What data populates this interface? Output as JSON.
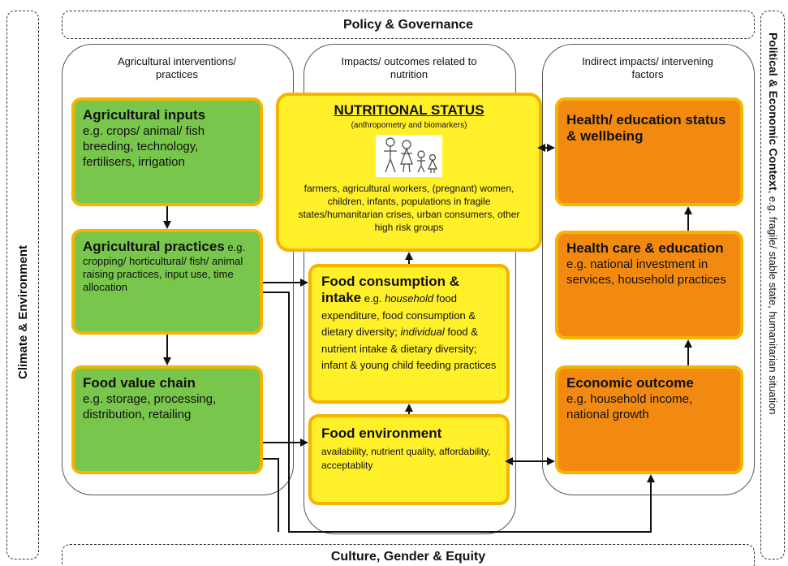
{
  "banners": {
    "top": "Policy & Governance",
    "bottom": "Culture, Gender & Equity",
    "left": "Climate & Environment",
    "right_bold": "Political & Economic Context",
    "right_rest": ", e.g. fragile/ stable state, humanitarian situation"
  },
  "columns": {
    "left": "Agricultural interventions/ practices",
    "middle": "Impacts/ outcomes related to nutrition",
    "right": "Indirect impacts/ intervening factors"
  },
  "boxes": {
    "ag_inputs": {
      "title": "Agricultural inputs",
      "body": "e.g. crops/ animal/ fish breeding, technology, fertilisers, irrigation"
    },
    "ag_practices": {
      "title": "Agricultural practices",
      "body": " e.g. cropping/ horticultural/ fish/ animal raising practices, input use, time allocation"
    },
    "value_chain": {
      "title": "Food value chain",
      "body": "e.g. storage, processing, distribution, retailing"
    },
    "nutritional_status": {
      "title": "NUTRITIONAL STATUS",
      "subtitle": "(anthropometry and biomarkers)",
      "body": "farmers, agricultural workers, (pregnant) women, children, infants, populations in fragile states/humanitarian crises, urban consumers, other high risk groups"
    },
    "food_consumption": {
      "title": "Food consumption & intake",
      "b1": " e.g. ",
      "b2": "household",
      "b3": " food expenditure, food consumption & dietary diversity; ",
      "b4": "individual",
      "b5": " food & nutrient intake & dietary diversity; infant & young child feeding practices"
    },
    "food_environment": {
      "title": "Food environment",
      "body": "availability, nutrient quality, affordability, acceptablity"
    },
    "health_education": {
      "title": "Health/ education status & wellbeing"
    },
    "health_care": {
      "title": "Health care & education",
      "body": " e.g. national investment in services, household practices"
    },
    "economic": {
      "title": "Economic outcome",
      "body": "e.g. household income, national growth"
    }
  },
  "colors": {
    "green": "#78c64b",
    "yellow": "#fff02a",
    "orange": "#f28a12",
    "border": "#f5b400"
  }
}
